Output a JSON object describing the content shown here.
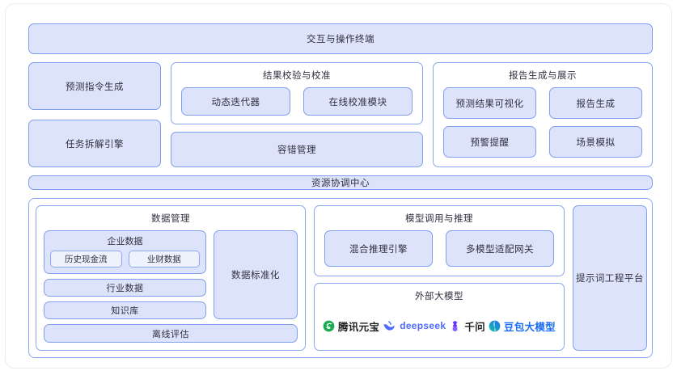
{
  "diagram": {
    "terminal_bar": "交互与操作终端",
    "resource_bar": "资源协调中心",
    "left_column": {
      "predict_command": "预测指令生成",
      "task_decompose": "任务拆解引擎"
    },
    "verification": {
      "title": "结果校验与校准",
      "items": [
        "动态迭代器",
        "在线校准模块"
      ],
      "fault_tolerance": "容错管理"
    },
    "report": {
      "title": "报告生成与展示",
      "items": [
        "预测结果可视化",
        "报告生成",
        "预警提醒",
        "场景模拟"
      ]
    },
    "data_management": {
      "title": "数据管理",
      "enterprise": {
        "title": "企业数据",
        "items": [
          "历史现金流",
          "业财数据"
        ]
      },
      "industry_data": "行业数据",
      "knowledge_base": "知识库",
      "standardization": "数据标准化",
      "offline_eval": "离线评估"
    },
    "model_inference": {
      "title": "模型调用与推理",
      "items": [
        "混合推理引擎",
        "多模型适配网关"
      ]
    },
    "external_models": {
      "title": "外部大模型",
      "logos": [
        {
          "name": "腾讯元宝",
          "icon": "tencent-yuanbao-icon",
          "color": "#1aad54"
        },
        {
          "name": "deepseek",
          "icon": "deepseek-whale-icon",
          "color": "#4d6bfe"
        },
        {
          "name": "千问",
          "icon": "qianwen-icon",
          "color": "#6236ff"
        },
        {
          "name": "豆包大模型",
          "icon": "doubao-icon",
          "color": "#1b6ef3"
        }
      ]
    },
    "prompt_platform": "提示词工程平台",
    "colors": {
      "box_fill": "#dde3fa",
      "box_border": "#7f9ff0",
      "panel_border": "#8aa6ef",
      "text": "#303040",
      "page_bg": "#ffffff"
    }
  }
}
